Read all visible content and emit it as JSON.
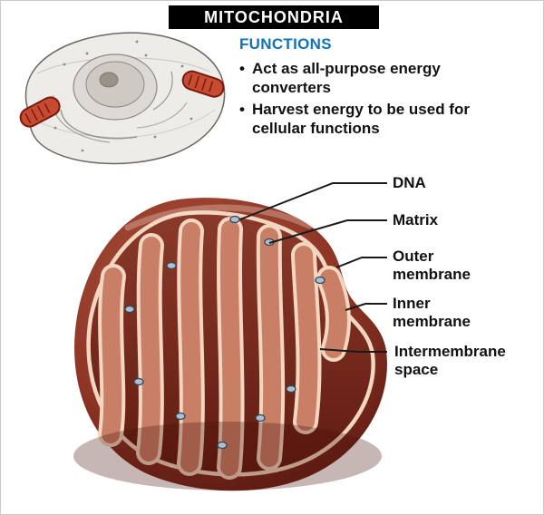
{
  "title_bar": {
    "title": "MITOCHONDRIA"
  },
  "functions": {
    "heading": "FUNCTIONS",
    "bullet_char": "•",
    "items": [
      "Act as all-purpose energy converters",
      "Harvest energy to be used for cellular functions"
    ]
  },
  "part_labels": {
    "dna": "DNA",
    "matrix": "Matrix",
    "outer_membrane": "Outer membrane",
    "inner_membrane": "Inner membrane",
    "intermembrane_space": "Intermembrane space"
  },
  "colors": {
    "title_bg": "#000000",
    "title_text": "#ffffff",
    "functions_heading_blue": "#1373b5",
    "body_text": "#121212",
    "mitochondrion_outer": "#6e2318",
    "mitochondrion_matrix": "#8a3a2a",
    "cristae": "#c97f66",
    "membrane_rim_cream": "#f2d6c0",
    "cell_mitochondria_red": "#c74b31"
  }
}
